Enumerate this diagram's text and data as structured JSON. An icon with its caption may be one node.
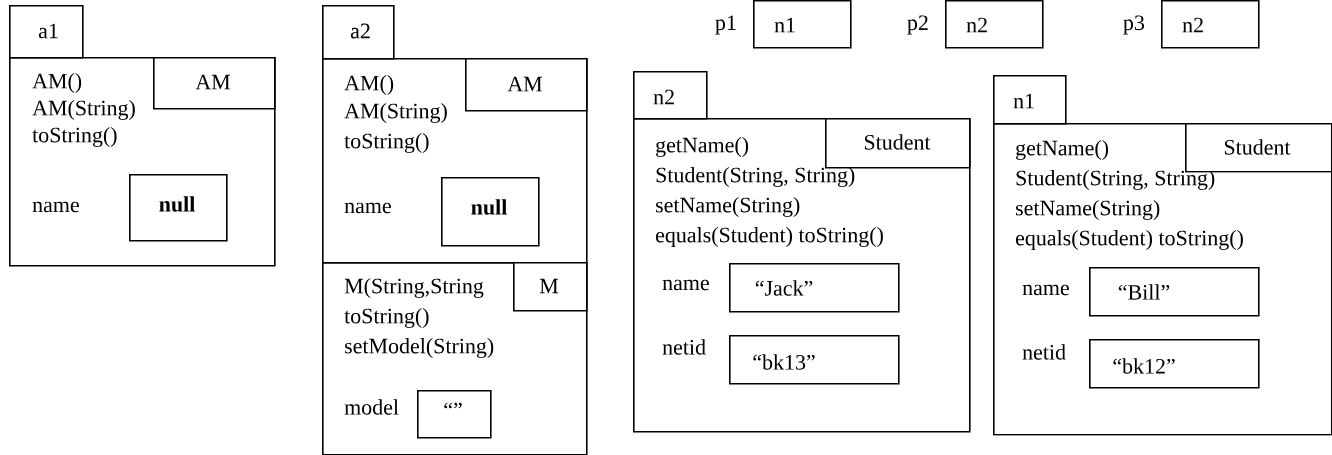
{
  "diagram": {
    "nodes": [
      {
        "text": [
          "a1"
        ]
      },
      {
        "text": [
          "AM()",
          "AM(String)",
          "toString()",
          "name"
        ]
      },
      {
        "text": [
          "AM"
        ],
        "in": 1
      },
      {
        "text": [
          "null"
        ],
        "in": 1
      },
      {
        "text": [
          "a2"
        ]
      },
      {
        "text": [
          "AM()",
          "AM(String)",
          "toString()",
          "name"
        ]
      },
      {
        "text": [
          "AM"
        ],
        "in": 5
      },
      {
        "text": [
          "null"
        ],
        "in": 5
      },
      {
        "text": [
          "M(String,String",
          "toString()",
          "setModel(String)",
          "model"
        ]
      },
      {
        "text": [
          "M"
        ],
        "in": 8
      },
      {
        "text": [
          "“”"
        ],
        "in": 8
      },
      {
        "text": [
          "n1"
        ],
        "beside": [
          "p1"
        ]
      },
      {
        "text": [
          "n2"
        ],
        "beside": [
          "p2"
        ]
      },
      {
        "text": [
          "n2"
        ],
        "beside": [
          "p3"
        ]
      },
      {
        "text": [
          "n2"
        ]
      },
      {
        "text": [
          "getName()",
          "Student(String, String)",
          "setName(String)",
          "equals(Student)   toString()",
          "name",
          "netid"
        ]
      },
      {
        "text": [
          "Student"
        ],
        "in": 15
      },
      {
        "text": [
          "“Jack”"
        ],
        "in": 15
      },
      {
        "text": [
          "“bk13”"
        ],
        "in": 15
      },
      {
        "text": [
          "n1"
        ]
      },
      {
        "text": [
          "getName()",
          "Student(String, String)",
          "setName(String)",
          "equals(Student)   toString()",
          "name",
          "netid"
        ]
      },
      {
        "text": [
          "Student"
        ],
        "in": 20
      },
      {
        "text": [
          "“Bill”"
        ],
        "in": 20
      },
      {
        "text": [
          "“bk12”"
        ],
        "in": 20
      }
    ],
    "edges": []
  }
}
